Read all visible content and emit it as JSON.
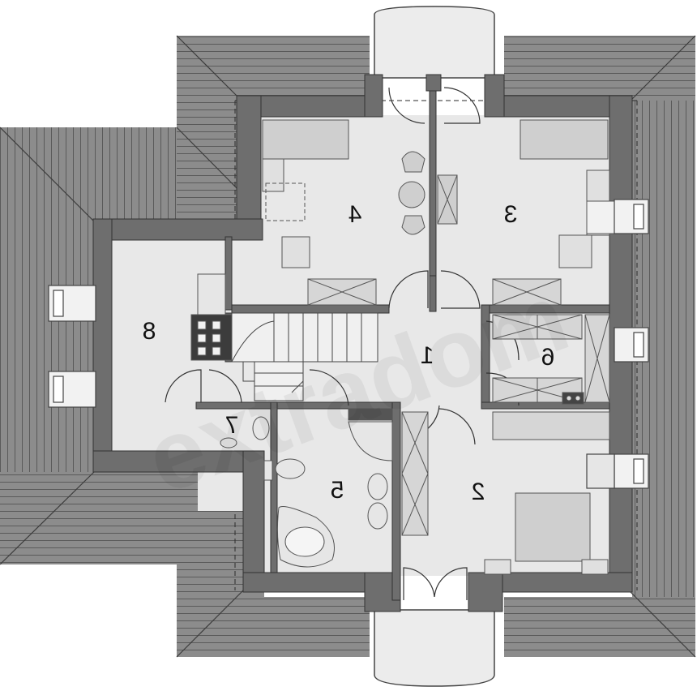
{
  "rooms": [
    {
      "id": "hall",
      "label": "1"
    },
    {
      "id": "bedroom-master",
      "label": "2"
    },
    {
      "id": "bedroom-east",
      "label": "3"
    },
    {
      "id": "bedroom-north",
      "label": "4"
    },
    {
      "id": "bathroom",
      "label": "5"
    },
    {
      "id": "wardrobe",
      "label": "6"
    },
    {
      "id": "wc",
      "label": "7"
    },
    {
      "id": "attic-room",
      "label": "8"
    }
  ],
  "watermark": "extradom",
  "colors": {
    "roof": "#8c8c8c",
    "roof_line": "#5a5a5a",
    "wall": "#6e6e6e",
    "floor": "#e8e8e8",
    "furniture": "#cfcfcf",
    "window": "#f2f2f2"
  }
}
